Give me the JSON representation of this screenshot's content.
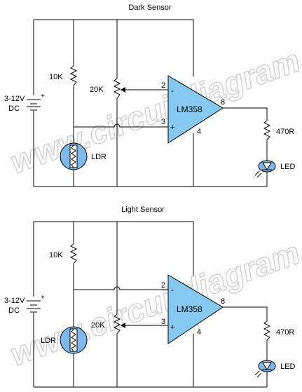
{
  "watermark": "www.circuitdiagram.org",
  "colors": {
    "opamp": "#87c8f0",
    "ldr": "#7fb8ec",
    "wire": "#000000"
  },
  "dark_sensor": {
    "title": "Dark Sensor",
    "supply_voltage": "3-12V",
    "supply_type": "DC",
    "plus": "+",
    "r1": "10K",
    "pot": "20K",
    "ldr": "LDR",
    "ic": "LM358",
    "pin_inv": "2",
    "pin_noninv": "3",
    "pin_out": "8",
    "pin_gnd": "4",
    "minus": "-",
    "in_plus": "+",
    "r2": "470R",
    "led": "LED"
  },
  "light_sensor": {
    "title": "Light Sensor",
    "supply_voltage": "3-12V",
    "supply_type": "DC",
    "plus": "+",
    "r1": "10K",
    "pot": "20K",
    "ldr": "LDR",
    "ic": "LM358",
    "pin_inv": "2",
    "pin_noninv": "3",
    "pin_out": "8",
    "pin_gnd": "4",
    "minus": "-",
    "in_plus": "+",
    "r2": "470R",
    "led": "LED"
  }
}
